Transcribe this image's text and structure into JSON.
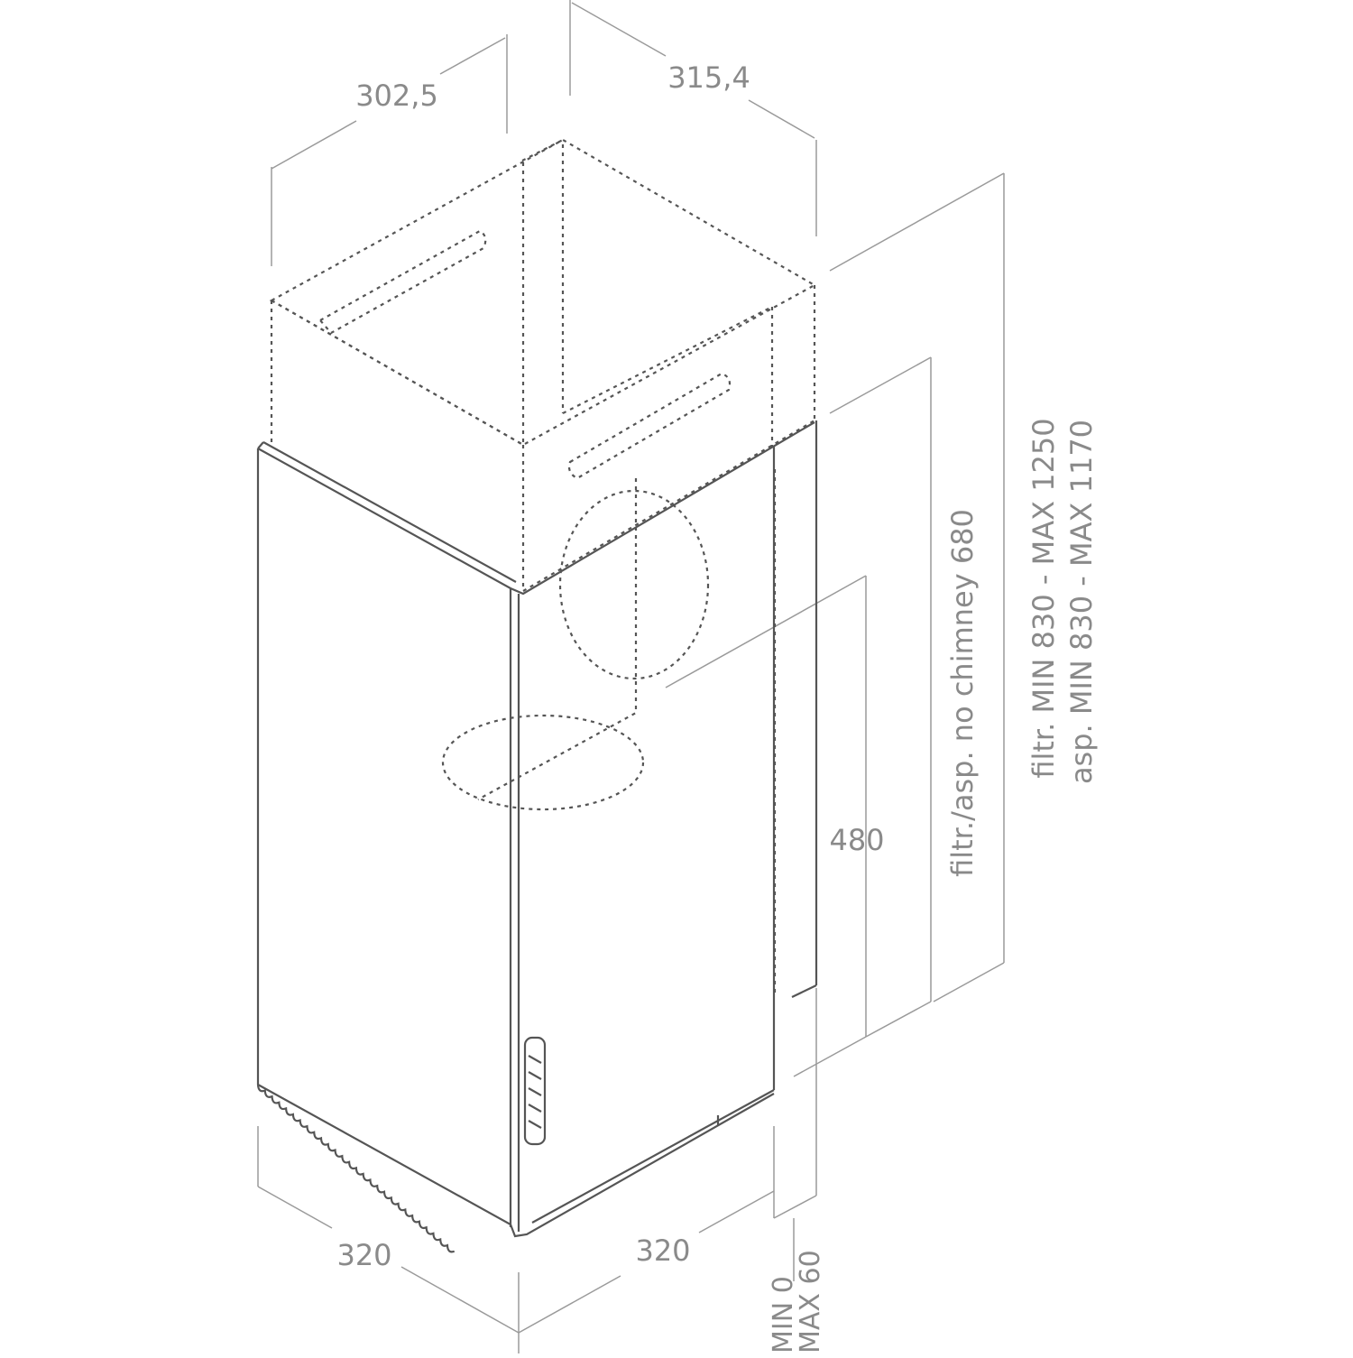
{
  "colors": {
    "body_stroke": "#555555",
    "dim_line": "#9a9a9a",
    "label_text": "#8a8a8a",
    "background": "#ffffff"
  },
  "dimensions": {
    "top_left_width": "302,5",
    "top_right_width": "315,4",
    "body_height": "480",
    "chimney_height": "filtr./asp. no chimney 680",
    "total_filter": "filtr. MIN 830 - MAX 1250",
    "total_extract": "asp. MIN 830 - MAX 1170",
    "bottom_left_width": "320",
    "bottom_right_width": "320",
    "offset_min": "MIN 0",
    "offset_max": "MAX 60"
  }
}
